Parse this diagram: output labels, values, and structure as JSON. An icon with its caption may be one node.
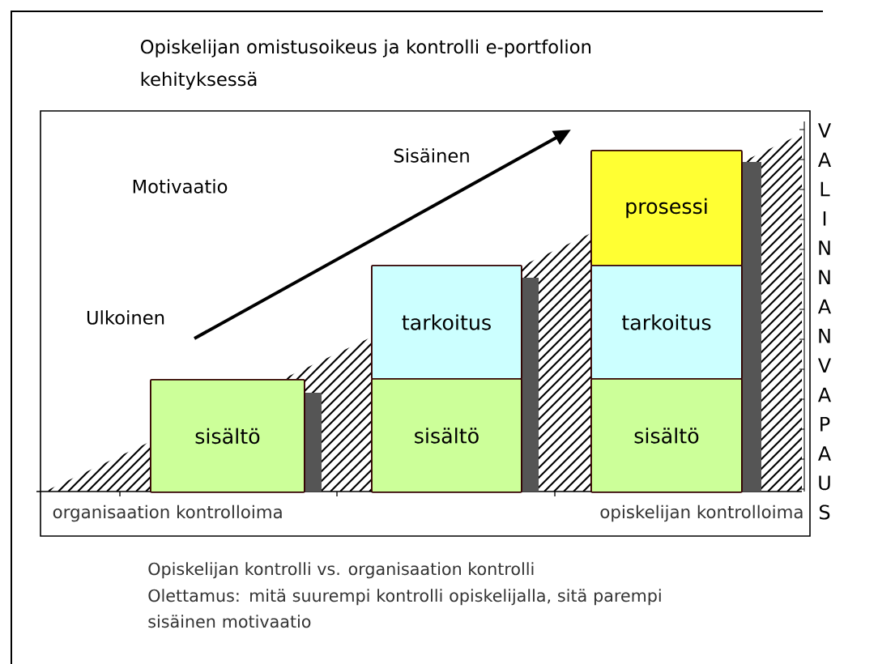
{
  "diagram": {
    "title": "Opiskelijan omistusoikeus ja kontrolli e-portfolion kehityksessä",
    "nodes": [
      {
        "text": [
          "sisältö"
        ]
      },
      {
        "text": [
          "tarkoitus"
        ]
      },
      {
        "text": [
          "sisältö"
        ]
      },
      {
        "text": [
          "prosessi"
        ]
      },
      {
        "text": [
          "tarkoitus"
        ]
      },
      {
        "text": [
          "sisältö"
        ]
      }
    ],
    "labels": [
      "VALINNANVAPAUS",
      "Sisäinen",
      "Motivaatio",
      "Ulkoinen",
      "organisaation kontrolloima",
      "opiskelijan kontrolloima",
      "Opiskelijan kontrolli vs. organisaation kontrolli",
      "Olettamus: mitä suurempi kontrolli opiskelijalla, sitä parempi sisäinen motivaatio"
    ]
  }
}
